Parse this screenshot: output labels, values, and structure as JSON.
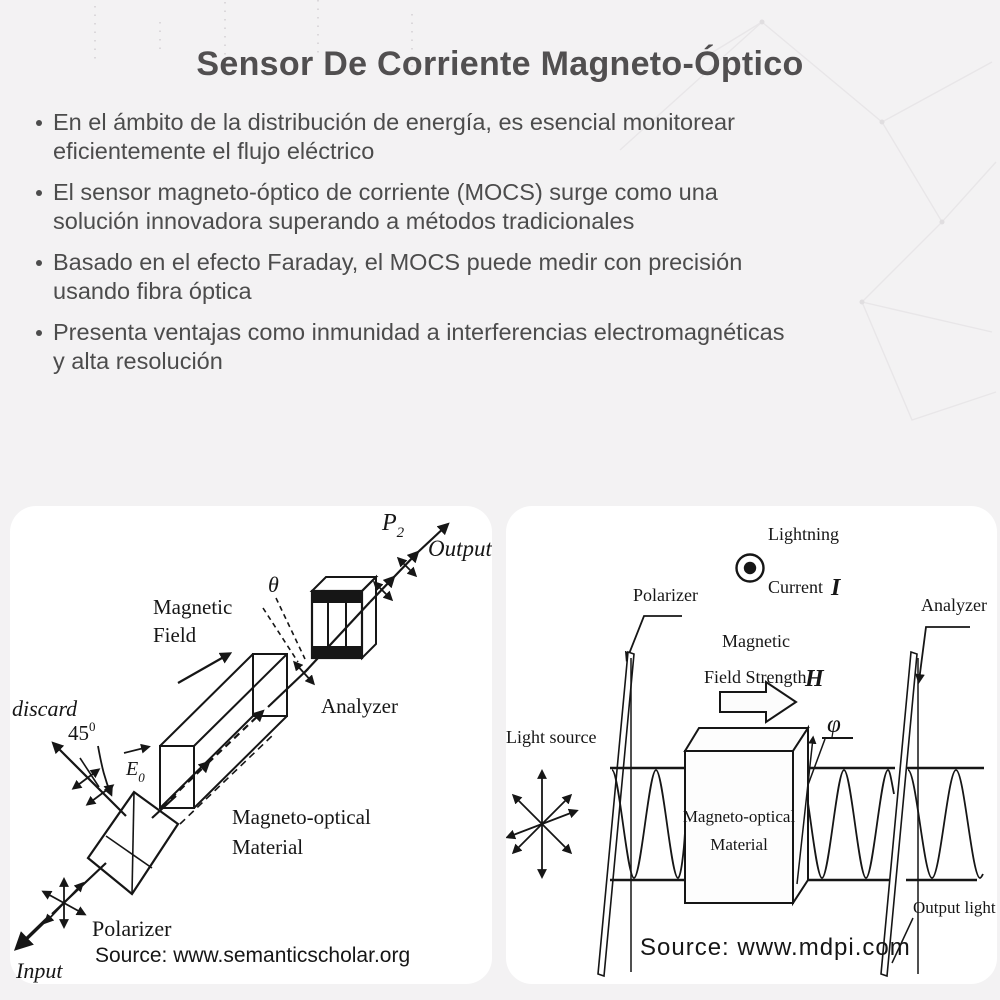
{
  "title": "Sensor De Corriente Magneto-Óptico",
  "bullets": [
    {
      "lines": [
        "En el ámbito de la distribución de energía, es esencial monitorear",
        "eficientemente el flujo eléctrico"
      ]
    },
    {
      "lines": [
        "El sensor magneto-óptico de corriente (MOCS) surge como una",
        "solución innovadora superando a métodos tradicionales"
      ]
    },
    {
      "lines": [
        "Basado en el efecto Faraday, el MOCS puede medir con precisión",
        "usando fibra óptica"
      ]
    },
    {
      "lines": [
        "Presenta ventajas como inmunidad a interferencias electromagnéticas",
        "y alta resolución"
      ]
    }
  ],
  "diagram_left": {
    "labels": {
      "p2_main": "P",
      "p2_sub": "2",
      "output": "Output",
      "theta": "θ",
      "magnetic1": "Magnetic",
      "magnetic2": "Field",
      "analyzer": "Analyzer",
      "discard": "discard",
      "deg45": "45",
      "deg45_sup": "0",
      "e_main": "E",
      "e_sub": "0",
      "material1": "Magneto-optical",
      "material2": "Material",
      "polarizer": "Polarizer",
      "input": "Input"
    },
    "watermark": "Source: www.semanticscholar.org"
  },
  "diagram_right": {
    "labels": {
      "lightning": "Lightning",
      "current": "Current",
      "current_i": "I",
      "polarizer": "Polarizer",
      "analyzer": "Analyzer",
      "magnetic": "Magnetic",
      "field_strength": "Field Strength",
      "h": "H",
      "phi": "φ",
      "light_source": "Light source",
      "material1": "Magneto-optical",
      "material2": "Material",
      "output_light": "Output light"
    },
    "watermark": "Source: www.mdpi.com"
  },
  "colors": {
    "page_background": "#f3f2f3",
    "panel_background": "#ffffff",
    "body_text": "#4c4c4c",
    "title_text": "#514f50",
    "diagram_ink": "#161616",
    "watermark_text": "#b3b2b3"
  }
}
